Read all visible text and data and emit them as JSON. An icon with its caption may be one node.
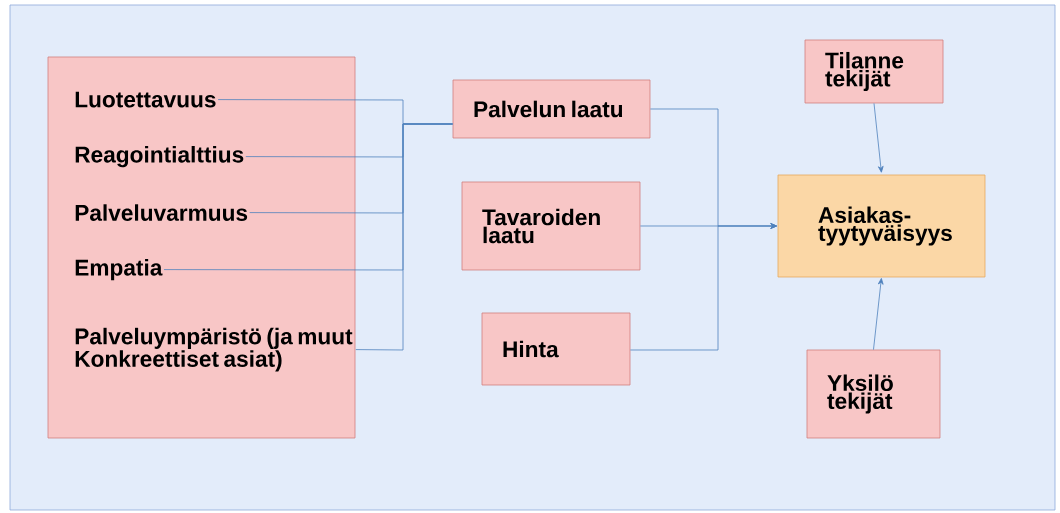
{
  "diagram": {
    "nodes": [
      {
        "text": [],
        "shape": "box"
      },
      {
        "text": [
          "Luotettavuus"
        ],
        "in": 0
      },
      {
        "text": [
          "Reagointialttius"
        ],
        "in": 0
      },
      {
        "text": [
          "Palveluvarmuus"
        ],
        "in": 0
      },
      {
        "text": [
          "Empatia"
        ],
        "in": 0
      },
      {
        "text": [
          "Palveluympäristö (ja muut Konkreettiset asiat)"
        ],
        "in": 0
      },
      {
        "text": [
          "Palvelun laatu"
        ]
      },
      {
        "text": [
          "Tavaroiden laatu"
        ]
      },
      {
        "text": [
          "Hinta"
        ]
      },
      {
        "text": [
          "Tilanne tekijät"
        ]
      },
      {
        "text": [
          "Asiakas- tyytyväisyys"
        ]
      },
      {
        "text": [
          "Yksilö tekijät"
        ]
      }
    ],
    "edges": [
      {
        "from": 1,
        "to": 6,
        "arrow": "none"
      },
      {
        "from": 2,
        "to": 6,
        "arrow": "none"
      },
      {
        "from": 3,
        "to": 6,
        "arrow": "none"
      },
      {
        "from": 4,
        "to": 6,
        "arrow": "none"
      },
      {
        "from": 5,
        "to": 6,
        "arrow": "none"
      },
      {
        "from": 6,
        "to": 10,
        "arrow": "to"
      },
      {
        "from": 7,
        "to": 10,
        "arrow": "to"
      },
      {
        "from": 8,
        "to": 10,
        "arrow": "to"
      },
      {
        "from": 9,
        "to": 10,
        "arrow": "to"
      },
      {
        "from": 11,
        "to": 10,
        "arrow": "to"
      }
    ]
  }
}
